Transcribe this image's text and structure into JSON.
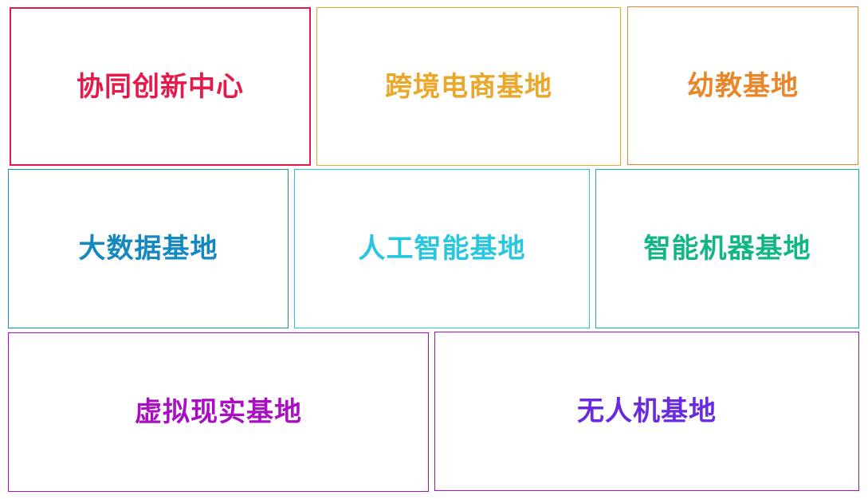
{
  "tiles": [
    {
      "label": "协同创新中心",
      "color": "#e5194a"
    },
    {
      "label": "跨境电商基地",
      "color": "#eaa72a"
    },
    {
      "label": "幼教基地",
      "color": "#e8862a"
    },
    {
      "label": "大数据基地",
      "color": "#1488bf"
    },
    {
      "label": "人工智能基地",
      "color": "#29c6df"
    },
    {
      "label": "智能机器基地",
      "color": "#11b586"
    },
    {
      "label": "虚拟现实基地",
      "color": "#a80fc2"
    },
    {
      "label": "无人机基地",
      "color": "#6a2bdf"
    }
  ]
}
